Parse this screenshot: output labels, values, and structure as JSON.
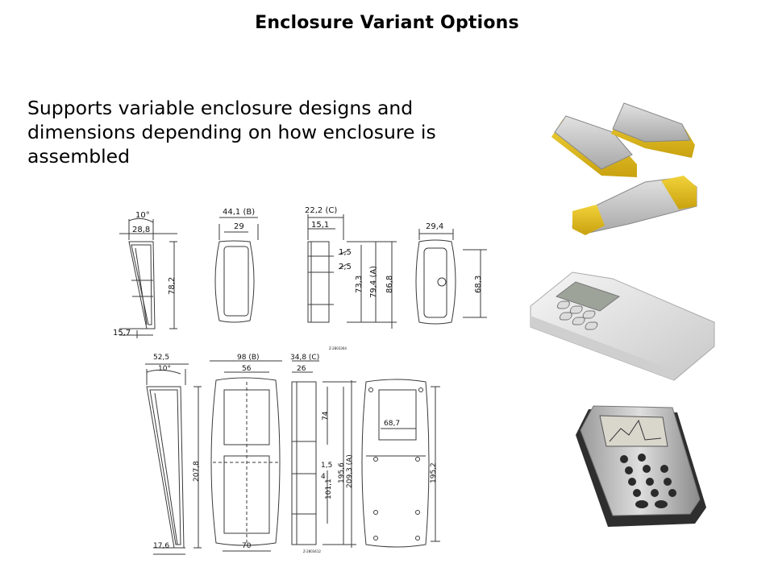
{
  "slide": {
    "title": "Enclosure Variant Options",
    "body": "Supports variable enclosure designs and dimensions depending on how enclosure is assembled"
  },
  "drawing_small": {
    "side1": {
      "angle": "10°",
      "width": "28,8",
      "height": "78,2",
      "bottom": "15,7"
    },
    "front": {
      "outer": "44,1 (B)",
      "inner": "29"
    },
    "side2": {
      "outer": "22,2 (C)",
      "inner": "15,1",
      "d1": "1,5",
      "d2": "2,5",
      "h1": "73,3",
      "h2": "79,4 (A)",
      "h3": "86,8"
    },
    "back": {
      "width": "29,4",
      "height": "68,3"
    },
    "ref": "Z-2803364"
  },
  "drawing_large": {
    "side1": {
      "width": "52,5",
      "angle": "10°",
      "height": "207,8",
      "bottom": "17,6"
    },
    "front": {
      "outer": "98 (B)",
      "inner": "56",
      "bottom": "70"
    },
    "side2": {
      "outer": "34,8 (C)",
      "inner": "26",
      "h1": "74",
      "d1": "1,5",
      "d2": "4",
      "h2": "101,1",
      "h3": "195,6",
      "h4": "209,3 (A)"
    },
    "back": {
      "width": "68,7",
      "height": "195,2"
    },
    "ref": "Z-2803412"
  },
  "colors": {
    "accent_yellow": "#e8c21a",
    "housing_grey": "#c9c9c9",
    "screen_grey": "#b5b8b0",
    "line": "#3a3a3a"
  }
}
